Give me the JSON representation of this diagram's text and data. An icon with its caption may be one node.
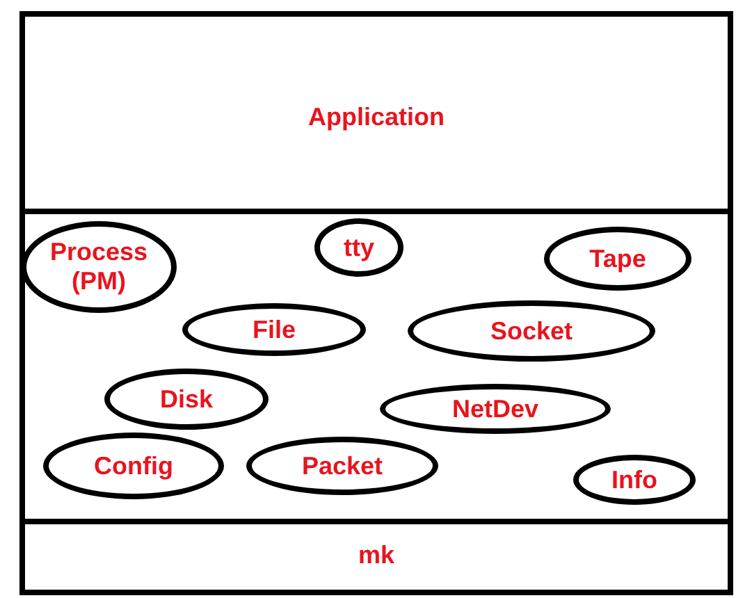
{
  "diagram": {
    "nodes": [
      {
        "text": [
          "Application"
        ]
      },
      {
        "text": [],
        "shape": "box"
      },
      {
        "text": [
          "Process (PM)"
        ],
        "in": 1
      },
      {
        "text": [
          "tty"
        ],
        "in": 1
      },
      {
        "text": [
          "Tape"
        ],
        "in": 1
      },
      {
        "text": [
          "File"
        ],
        "in": 1
      },
      {
        "text": [
          "Socket"
        ],
        "in": 1
      },
      {
        "text": [
          "Disk"
        ],
        "in": 1
      },
      {
        "text": [
          "NetDev"
        ],
        "in": 1
      },
      {
        "text": [
          "Config"
        ],
        "in": 1
      },
      {
        "text": [
          "Packet"
        ],
        "in": 1
      },
      {
        "text": [
          "Info"
        ],
        "in": 1
      },
      {
        "text": [
          "mk"
        ]
      }
    ],
    "edges": []
  }
}
